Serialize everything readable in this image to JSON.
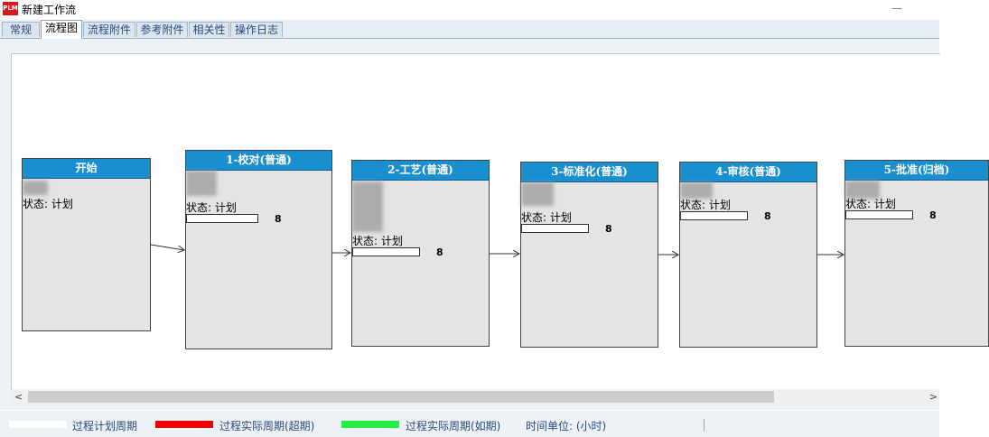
{
  "window": {
    "logo_text": "PLM",
    "title": "新建工作流",
    "minimize": "—"
  },
  "tabs": [
    {
      "label": "常规",
      "active": false
    },
    {
      "label": "流程图",
      "active": true
    },
    {
      "label": "流程附件",
      "active": false
    },
    {
      "label": "参考附件",
      "active": false
    },
    {
      "label": "相关性",
      "active": false
    },
    {
      "label": "操作日志",
      "active": false
    }
  ],
  "flow": {
    "nodes": [
      {
        "title": "开始",
        "status": "状态: 计划",
        "duration": ""
      },
      {
        "title": "1-校对(普通)",
        "status": "状态: 计划",
        "duration": "8"
      },
      {
        "title": "2-工艺(普通)",
        "status": "状态: 计划",
        "duration": "8"
      },
      {
        "title": "3-标准化(普通)",
        "status": "状态: 计划",
        "duration": "8"
      },
      {
        "title": "4-审核(普通)",
        "status": "状态: 计划",
        "duration": "8"
      },
      {
        "title": "5-批准(归档)",
        "status": "状态: 计划",
        "duration": "8"
      }
    ]
  },
  "scrollbar": {
    "left_arrow": "<",
    "right_arrow": ">"
  },
  "legend": {
    "items": [
      {
        "label": "过程计划周期",
        "color": "#ffffff"
      },
      {
        "label": "过程实际周期(超期)",
        "color": "#f00000"
      },
      {
        "label": "过程实际周期(如期)",
        "color": "#22ee44"
      }
    ],
    "unit": "时间单位: (小时)"
  }
}
